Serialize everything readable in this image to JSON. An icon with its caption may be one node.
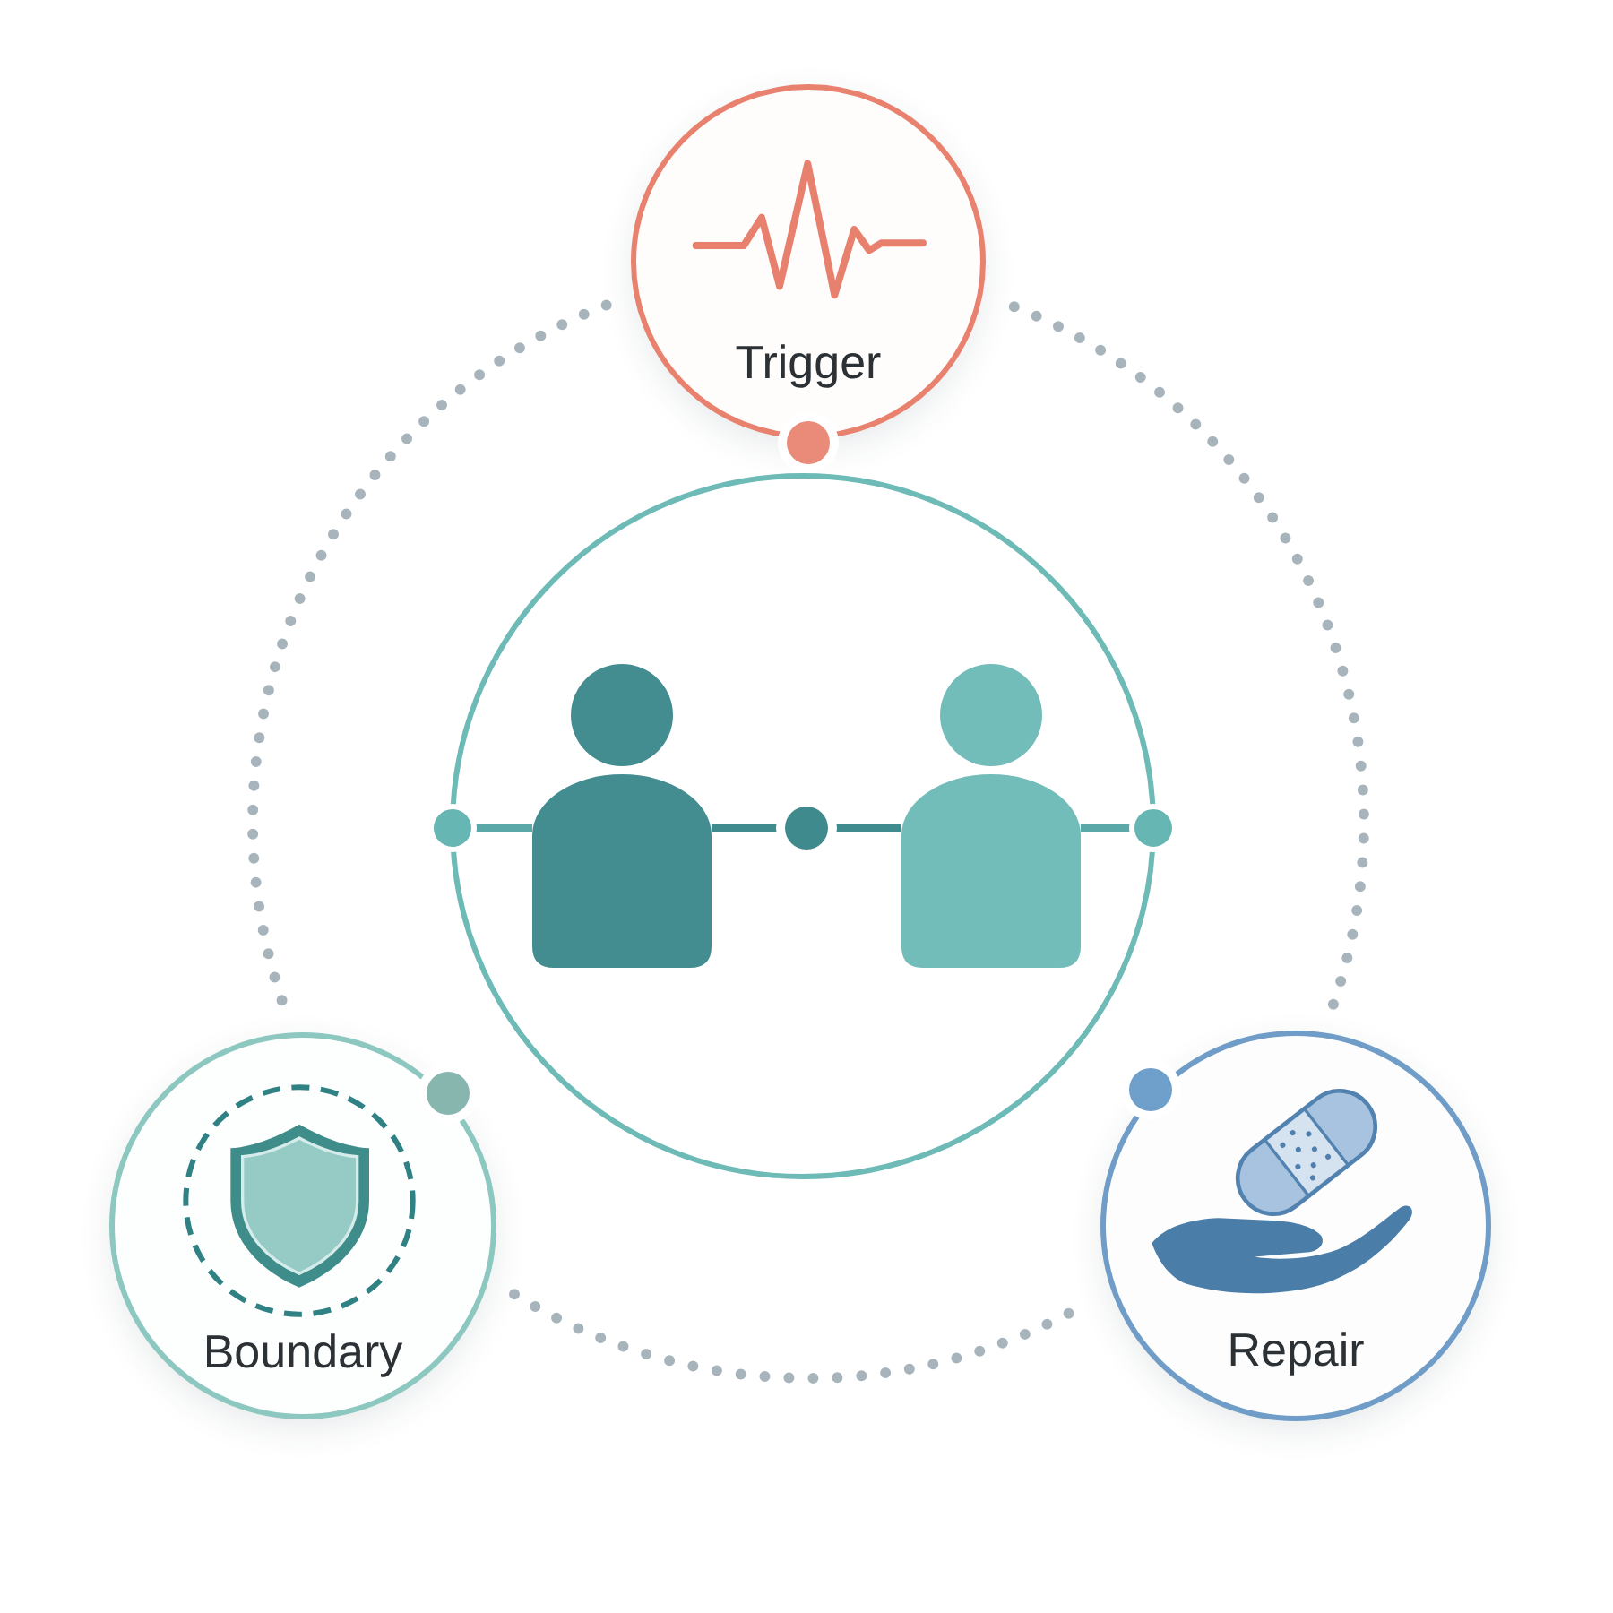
{
  "diagram": {
    "nodes": [
      {
        "text": [
          "Trigger"
        ]
      },
      {
        "text": [],
        "shape": "circle"
      },
      {
        "text": [],
        "shape": "person",
        "in": 1
      },
      {
        "text": [],
        "shape": "person",
        "in": 1
      },
      {
        "text": [
          "Boundary"
        ]
      },
      {
        "text": [
          "Repair"
        ]
      }
    ],
    "edges": [
      {
        "from": 0,
        "to": 4,
        "arrow": "none",
        "style": "dashed",
        "color": "#a8b4bc"
      },
      {
        "from": 4,
        "to": 5,
        "arrow": "none",
        "style": "dashed",
        "color": "#a8b4bc"
      },
      {
        "from": 5,
        "to": 0,
        "arrow": "none",
        "style": "dashed",
        "color": "#a8b4bc"
      },
      {
        "from": 1,
        "to": 2,
        "arrow": "other"
      },
      {
        "from": 2,
        "to": 3,
        "arrow": "none",
        "color": "#3f8b8d"
      },
      {
        "from": 1,
        "to": 3,
        "arrow": "other"
      }
    ]
  }
}
